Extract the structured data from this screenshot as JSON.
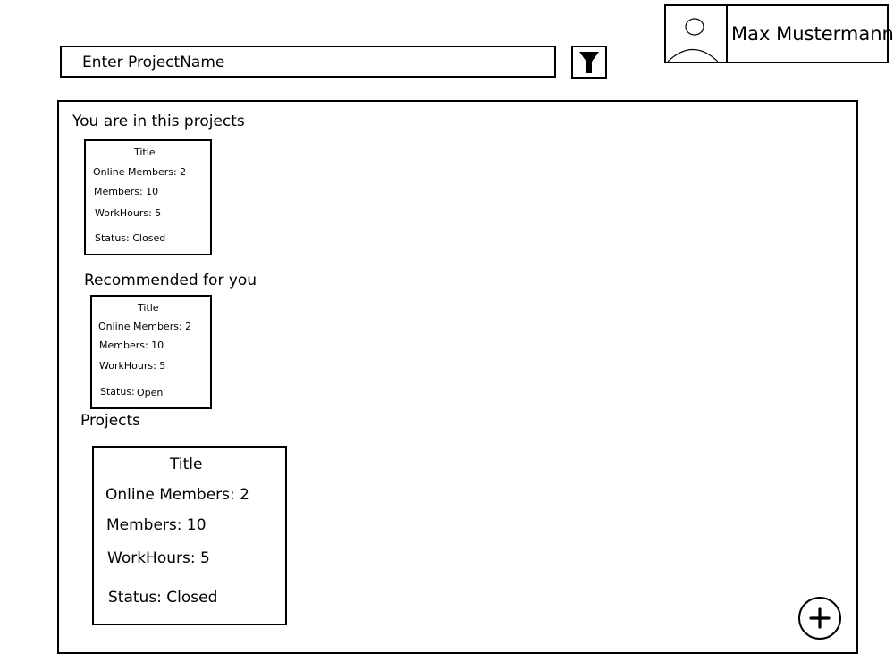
{
  "search": {
    "placeholder": "Enter ProjectName"
  },
  "filter": {
    "icon": "filter-icon"
  },
  "profile": {
    "name": "Max Mustermann",
    "avatar_icon": "user-avatar-icon"
  },
  "sections": [
    {
      "label": "You are in this projects",
      "card": {
        "title": "Title",
        "online": "Online Members: 2",
        "members": "Members: 10",
        "hours": "WorkHours: 5",
        "status": "Status: Closed"
      }
    },
    {
      "label": "Recommended for you",
      "card": {
        "title": "Title",
        "online": "Online Members: 2",
        "members": "Members: 10",
        "hours": "WorkHours: 5",
        "status_label": "Status:",
        "status_value": "Open"
      }
    },
    {
      "label": "Projects",
      "card": {
        "title": "Title",
        "online": "Online Members: 2",
        "members": "Members: 10",
        "hours": "WorkHours: 5",
        "status": "Status: Closed"
      }
    }
  ],
  "add_button": {
    "icon": "plus-icon"
  }
}
